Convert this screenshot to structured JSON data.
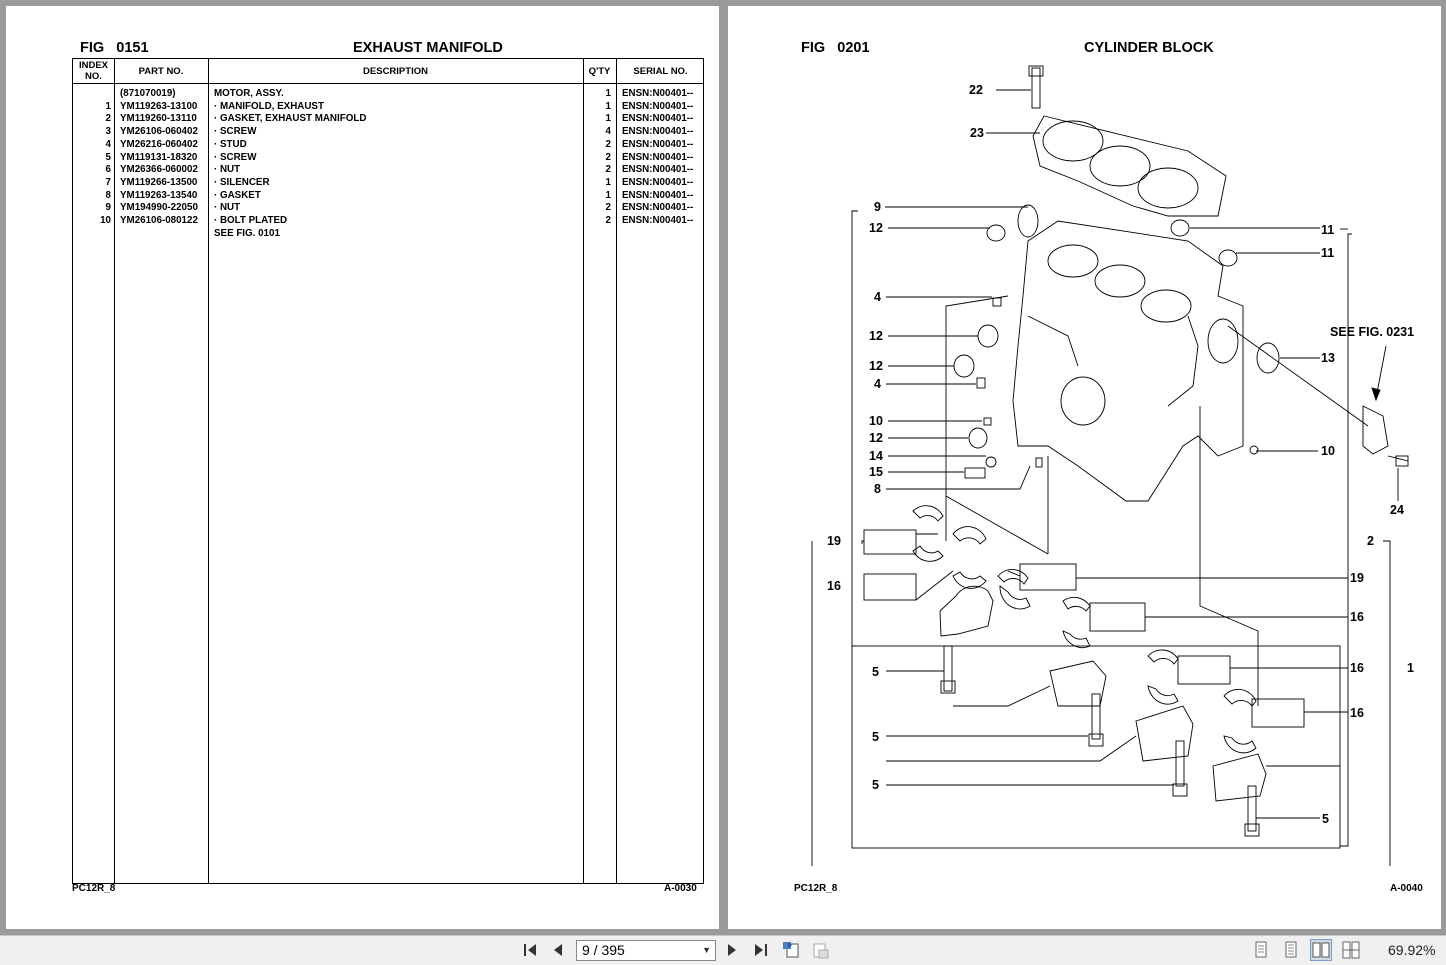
{
  "left_page": {
    "fig_label": "FIG",
    "fig_number": "0151",
    "title": "EXHAUST MANIFOLD",
    "columns": [
      "INDEX NO.",
      "PART NO.",
      "DESCRIPTION",
      "Q'TY",
      "SERIAL NO."
    ],
    "col_index_line1": "INDEX",
    "col_index_line2": "NO.",
    "col_part": "PART NO.",
    "col_desc": "DESCRIPTION",
    "col_qty": "Q'TY",
    "col_serial": "SERIAL NO.",
    "rows": [
      {
        "index": "",
        "part": "(871070019)",
        "desc": "MOTOR, ASSY.",
        "qty": "1",
        "serial": "ENSN:N00401--"
      },
      {
        "index": "1",
        "part": "YM119263-13100",
        "desc": "·  MANIFOLD, EXHAUST",
        "qty": "1",
        "serial": "ENSN:N00401--"
      },
      {
        "index": "2",
        "part": "YM119260-13110",
        "desc": "·  GASKET, EXHAUST MANIFOLD",
        "qty": "1",
        "serial": "ENSN:N00401--"
      },
      {
        "index": "3",
        "part": "YM26106-060402",
        "desc": "·  SCREW",
        "qty": "4",
        "serial": "ENSN:N00401--"
      },
      {
        "index": "4",
        "part": "YM26216-060402",
        "desc": "·  STUD",
        "qty": "2",
        "serial": "ENSN:N00401--"
      },
      {
        "index": "5",
        "part": "YM119131-18320",
        "desc": "·  SCREW",
        "qty": "2",
        "serial": "ENSN:N00401--"
      },
      {
        "index": "6",
        "part": "YM26366-060002",
        "desc": "·  NUT",
        "qty": "2",
        "serial": "ENSN:N00401--"
      },
      {
        "index": "7",
        "part": "YM119266-13500",
        "desc": "·  SILENCER",
        "qty": "1",
        "serial": "ENSN:N00401--"
      },
      {
        "index": "8",
        "part": "YM119263-13540",
        "desc": "·  GASKET",
        "qty": "1",
        "serial": "ENSN:N00401--"
      },
      {
        "index": "9",
        "part": "YM194990-22050",
        "desc": "·  NUT",
        "qty": "2",
        "serial": "ENSN:N00401--"
      },
      {
        "index": "10",
        "part": "YM26106-080122",
        "desc": "·  BOLT PLATED",
        "qty": "2",
        "serial": "ENSN:N00401--"
      },
      {
        "index": "",
        "part": "",
        "desc": "SEE FIG. 0101",
        "qty": "",
        "serial": ""
      }
    ],
    "footer_left": "PC12R_8",
    "footer_right": "A-0030"
  },
  "right_page": {
    "fig_label": "FIG",
    "fig_number": "0201",
    "title": "CYLINDER BLOCK",
    "callouts": {
      "c22": "22",
      "c23": "23",
      "c9": "9",
      "c12a": "12",
      "c4a": "4",
      "c12b": "12",
      "c12c": "12",
      "c4b": "4",
      "c10a": "10",
      "c12d": "12",
      "c14": "14",
      "c15": "15",
      "c8": "8",
      "c19a": "19",
      "c16a": "16",
      "c5a": "5",
      "c5b": "5",
      "c5c": "5",
      "c11a": "11",
      "c11b": "11",
      "c13": "13",
      "c10b": "10",
      "c24": "24",
      "c2": "2",
      "c19b": "19",
      "c16b": "16",
      "c16c": "16",
      "c1": "1",
      "c16d": "16",
      "c5d": "5"
    },
    "see_fig": "SEE FIG. 0231",
    "footer_left": "PC12R_8",
    "footer_right": "A-0040"
  },
  "toolbar": {
    "page_value": "9 / 395",
    "zoom": "69.92%"
  }
}
